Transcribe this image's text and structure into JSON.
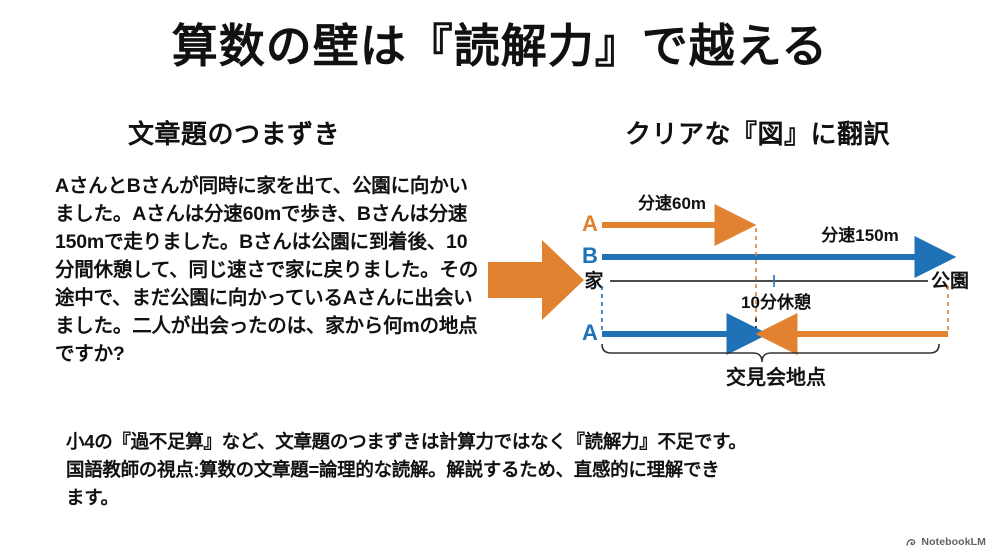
{
  "slide": {
    "title": "算数の壁は『読解力』で越える",
    "background_color": "#ffffff",
    "accent_orange": "#E2812F",
    "accent_blue": "#1F72B5",
    "text_color": "#111111"
  },
  "columns": {
    "left_heading": "文章題のつまずき",
    "right_heading": "クリアな『図』に翻訳"
  },
  "problem": {
    "text": "AさんとBさんが同時に家を出て、公園に向かいました。Aさんは分速60mで歩き、Bさんは分速150mで走りました。Bさんは公園に到着後、10分間休憩して、同じ速さで家に戻りました。その途中で、まだ公園に向かっているAさんに出会いました。二人が出会ったのは、家から何mの地点ですか?"
  },
  "transition": {
    "icon": "right-block-arrow",
    "color": "#E2812F"
  },
  "diagram": {
    "rows": [
      {
        "label": "A",
        "label_color": "#E2812F",
        "speed_label": "分速60m",
        "direction": "right",
        "color": "#E2812F"
      },
      {
        "label": "B",
        "label_color": "#1F72B5",
        "speed_label": "分速150m",
        "direction": "right",
        "color": "#1F72B5"
      },
      {
        "label": "A",
        "label_color": "#1F72B5",
        "direction": "meet",
        "color_outbound": "#1F72B5",
        "color_return": "#E2812F"
      }
    ],
    "axis": {
      "start_label": "家",
      "end_label": "公園",
      "mid_note": "10分休憩"
    },
    "brace_label": "交見会地点"
  },
  "summary": {
    "lines": [
      "小4の『過不足算』など、文章題のつまずきは計算力ではなく『読解力』不足です。",
      "国語教師の視点:算数の文章題=論理的な読解。解説するため、直感的に理解でき",
      "ます。"
    ]
  },
  "watermark": {
    "label": "NotebookLM",
    "icon": "notebooklm-logo-icon"
  }
}
